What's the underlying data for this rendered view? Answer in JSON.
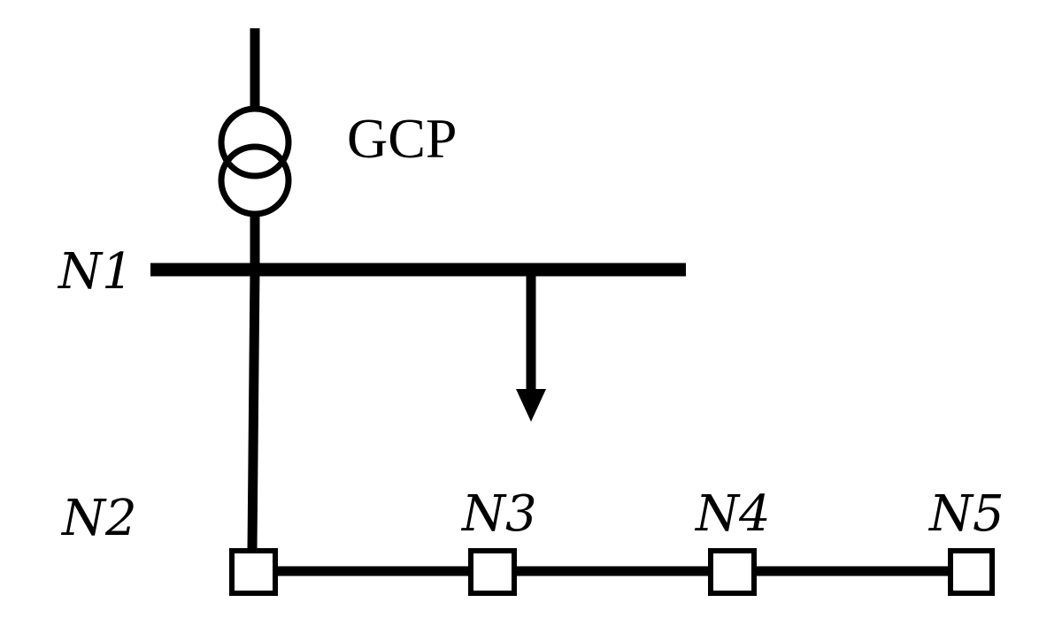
{
  "diagram": {
    "transformer": {
      "label": "GCP",
      "icon": "two-winding-transformer-icon"
    },
    "busbar": {
      "label": "N1"
    },
    "load": {
      "icon": "load-arrow-icon"
    },
    "nodes": [
      {
        "label": "N2"
      },
      {
        "label": "N3"
      },
      {
        "label": "N4"
      },
      {
        "label": "N5"
      }
    ],
    "colors": {
      "stroke": "#000000",
      "background": "#ffffff"
    }
  }
}
